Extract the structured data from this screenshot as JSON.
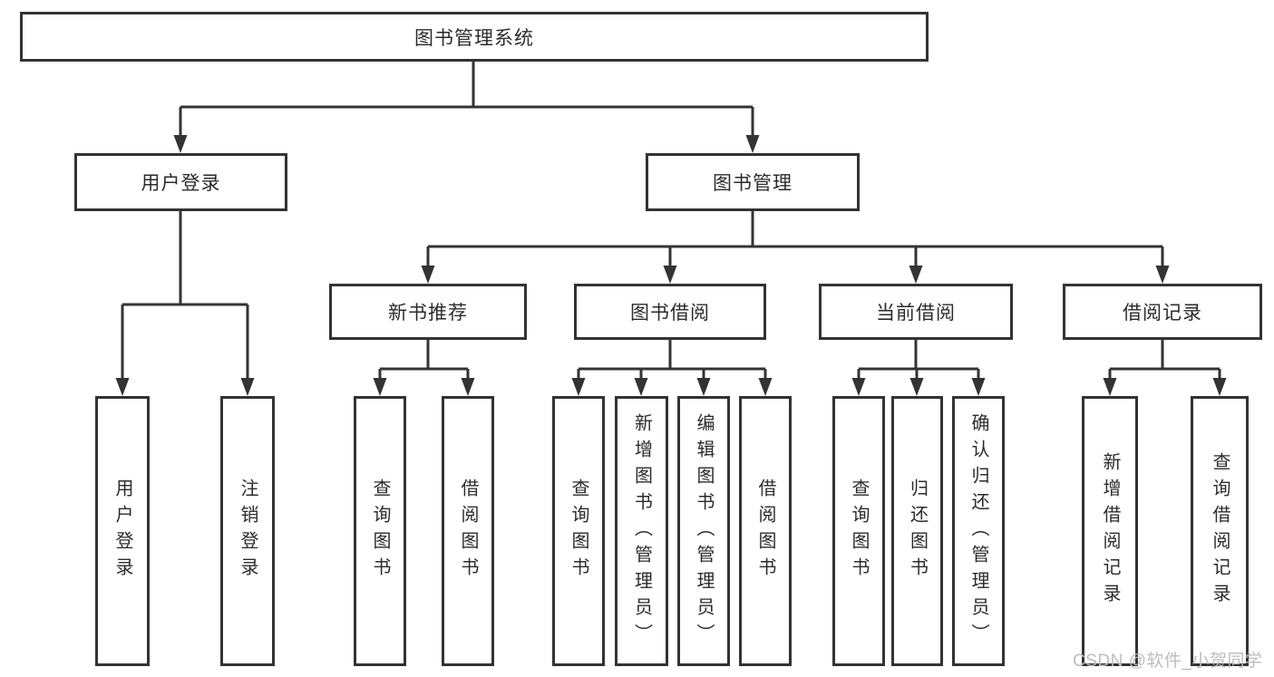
{
  "diagram": {
    "type": "tree",
    "root": {
      "label": "图书管理系统"
    },
    "branches": [
      {
        "label": "用户登录",
        "children": [
          {
            "label": "用户登录"
          },
          {
            "label": "注销登录"
          }
        ]
      },
      {
        "label": "图书管理",
        "children": [
          {
            "label": "新书推荐",
            "children": [
              {
                "label": "查询图书"
              },
              {
                "label": "借阅图书"
              }
            ]
          },
          {
            "label": "图书借阅",
            "children": [
              {
                "label": "查询图书"
              },
              {
                "label": "新增图书（管理员）"
              },
              {
                "label": "编辑图书（管理员）"
              },
              {
                "label": "借阅图书"
              }
            ]
          },
          {
            "label": "当前借阅",
            "children": [
              {
                "label": "查询图书"
              },
              {
                "label": "归还图书"
              },
              {
                "label": "确认归还（管理员）"
              }
            ]
          },
          {
            "label": "借阅记录",
            "children": [
              {
                "label": "新增借阅记录"
              },
              {
                "label": "查询借阅记录"
              }
            ]
          }
        ]
      }
    ],
    "colors": {
      "line": "#333333",
      "box_border": "#333333",
      "box_fill": "#ffffff",
      "text": "#2b2b2b"
    }
  },
  "watermark": {
    "text": "CSDN @软件_小贺同学",
    "color": "#bdbdbd"
  }
}
